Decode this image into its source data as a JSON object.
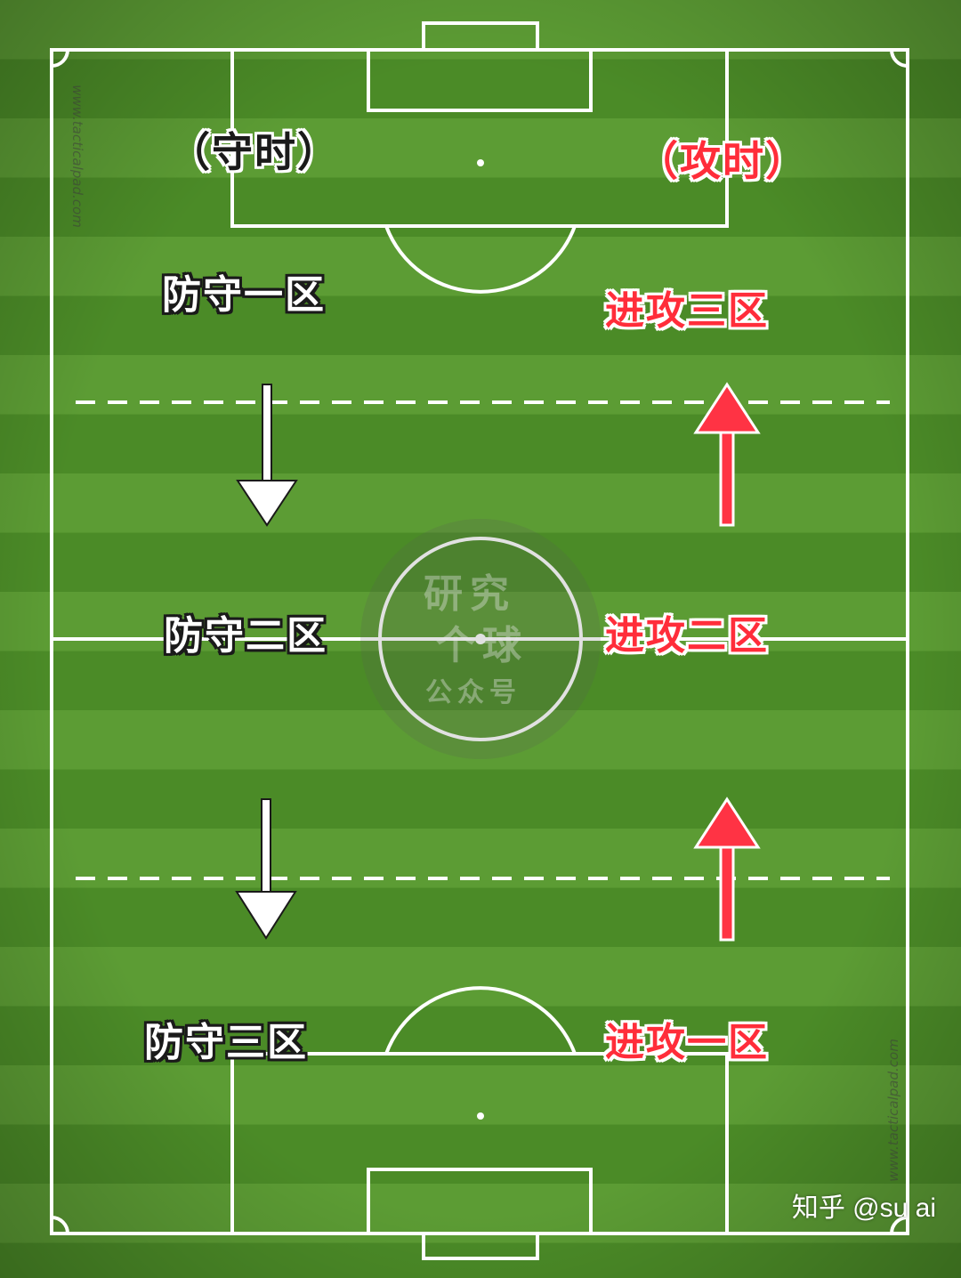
{
  "colors": {
    "grass_light": "#5a9a32",
    "grass_dark": "#4a8a26",
    "lines": "#ffffff",
    "defense_text": "#ffffff",
    "attack_text": "#ff2d3a",
    "arrow_attack": "#ff3344"
  },
  "phases": {
    "defense": "（守时）",
    "attack": "（攻时）"
  },
  "defense_zones": [
    "防守一区",
    "防守二区",
    "防守三区"
  ],
  "attack_zones": [
    "进攻三区",
    "进攻二区",
    "进攻一区"
  ],
  "arrows": {
    "defense_direction": "down",
    "attack_direction": "up"
  },
  "watermark": {
    "line1": "研究",
    "line2": "个球",
    "line3": "公众号"
  },
  "site_mark": "www.tacticalpad.com",
  "credit": "知乎 @su ai"
}
